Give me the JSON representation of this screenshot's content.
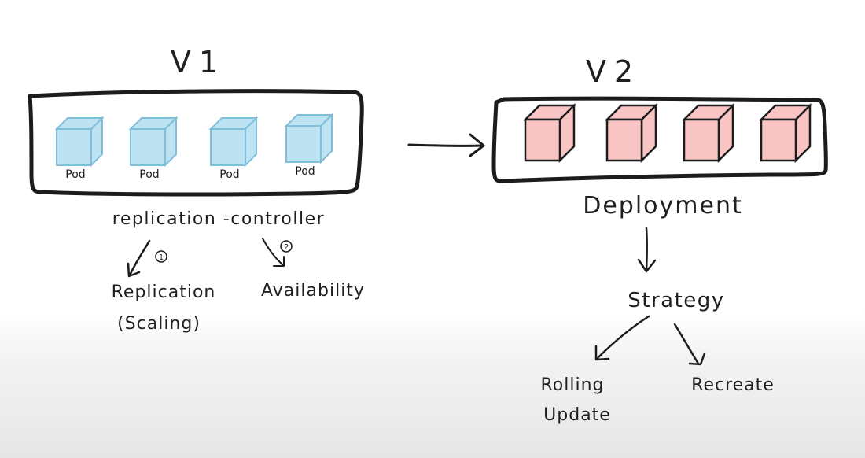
{
  "v1": {
    "title": "V1",
    "pods": [
      "Pod",
      "Pod",
      "Pod",
      "Pod"
    ],
    "pod_color": "#bde3f3",
    "pod_edge_color": "#7fbfdb",
    "controller_label": "replication -controller",
    "features": [
      {
        "marker": "1",
        "label": "Replication",
        "sublabel": "(Scaling)"
      },
      {
        "marker": "2",
        "label": "Availability",
        "sublabel": ""
      }
    ]
  },
  "v2": {
    "title": "V2",
    "pod_count": 4,
    "pod_color": "#f8c4c4",
    "pod_edge_color": "#e49a9a",
    "deployment_label": "Deployment",
    "strategy_label": "Strategy",
    "strategies": [
      {
        "label": "Rolling",
        "sublabel": "Update"
      },
      {
        "label": "Recreate",
        "sublabel": ""
      }
    ]
  },
  "colors": {
    "ink": "#1c1c1c",
    "background_bottom": "#e6e6e6"
  }
}
